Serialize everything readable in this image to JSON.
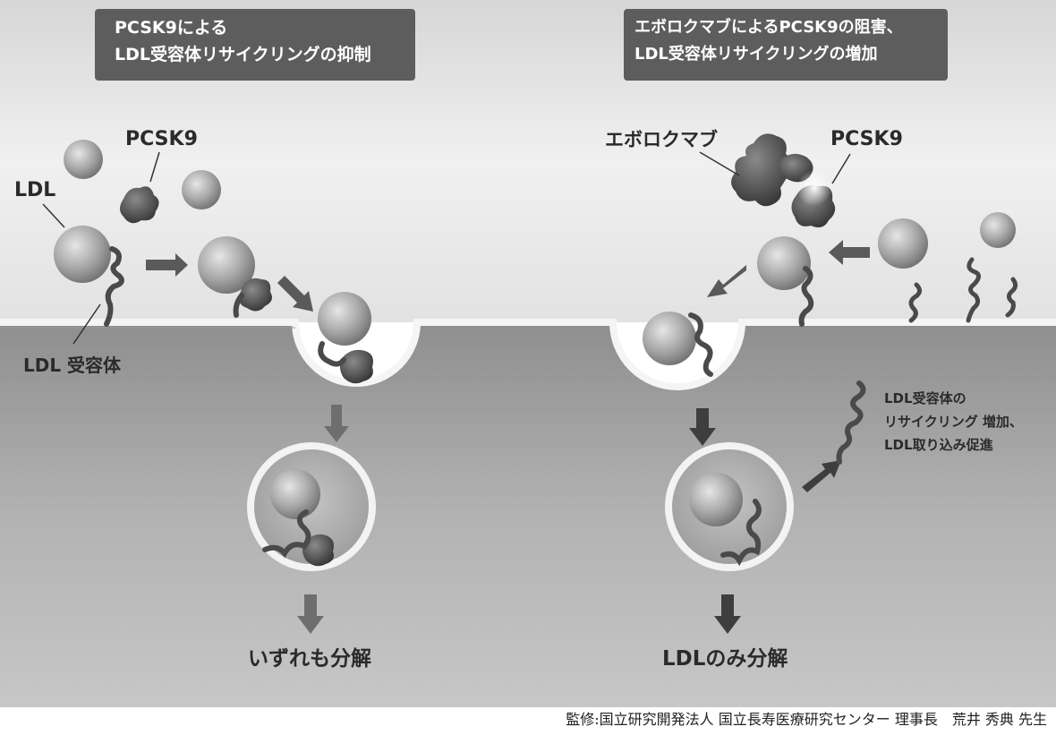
{
  "left_panel": {
    "title_line1": "PCSK9による",
    "title_line2": "LDL受容体リサイクリングの抑制",
    "label_pcsk9": "PCSK9",
    "label_ldl": "LDL",
    "label_receptor": "LDL 受容体",
    "outcome": "いずれも分解"
  },
  "right_panel": {
    "title_line1": "エボロクマブによるPCSK9の阻害、",
    "title_line2": "LDL受容体リサイクリングの増加",
    "label_evolocumab": "エボロクマブ",
    "label_pcsk9": "PCSK9",
    "recycle_line1": "LDL受容体の",
    "recycle_line2": "リサイクリング 増加、",
    "recycle_line3": "LDL取り込み促進",
    "outcome": "LDLのみ分解"
  },
  "credit": "監修:国立研究開発法人 国立長寿医療研究センター 理事長　荒井 秀典 先生"
}
